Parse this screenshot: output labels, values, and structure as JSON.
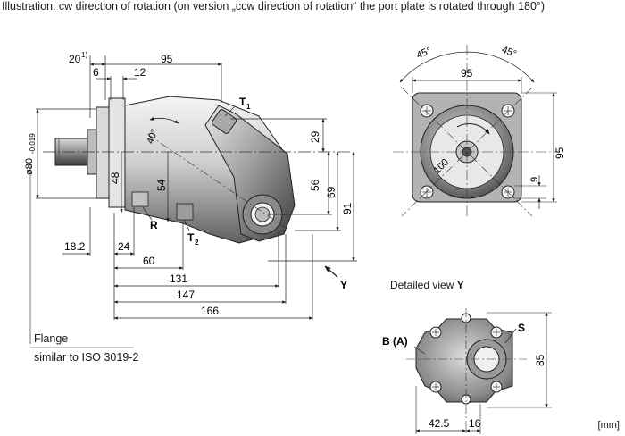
{
  "caption": "Illustration: cw direction of rotation (on version „ccw direction of rotation“ the port plate is rotated through 180°)",
  "side_view": {
    "dims_top": {
      "d20": "20",
      "d20_note": "1)",
      "d6": "6",
      "d12": "12",
      "d95": "95"
    },
    "dims_left": {
      "dia80": "ø80",
      "dia80_tol": "-0.019",
      "d48": "48",
      "d54": "54"
    },
    "angle": "40°",
    "dims_right": {
      "d29": "29",
      "d56": "56",
      "d69": "69",
      "d91": "91"
    },
    "dims_bottom": {
      "d18_2": "18.2",
      "d24": "24",
      "d60": "60",
      "d131": "131",
      "d147": "147",
      "d166": "166"
    },
    "port_labels": {
      "t1": "T",
      "t1_sub": "1",
      "t2": "T",
      "t2_sub": "2",
      "r": "R"
    },
    "view_arrow": "Y"
  },
  "flange_note": {
    "line1": "Flange",
    "line2": "similar to ISO 3019-2"
  },
  "front_view": {
    "angle_left": "45°",
    "angle_right": "45°",
    "width": "95",
    "height": "95",
    "bolt_circle": "100",
    "hole": "9"
  },
  "detail_view": {
    "label_prefix": "Detailed view",
    "label_letter": "Y",
    "port_b": "B (A)",
    "port_s": "S",
    "height": "85",
    "d42_5": "42.5",
    "d16": "16"
  },
  "unit": "[mm]"
}
